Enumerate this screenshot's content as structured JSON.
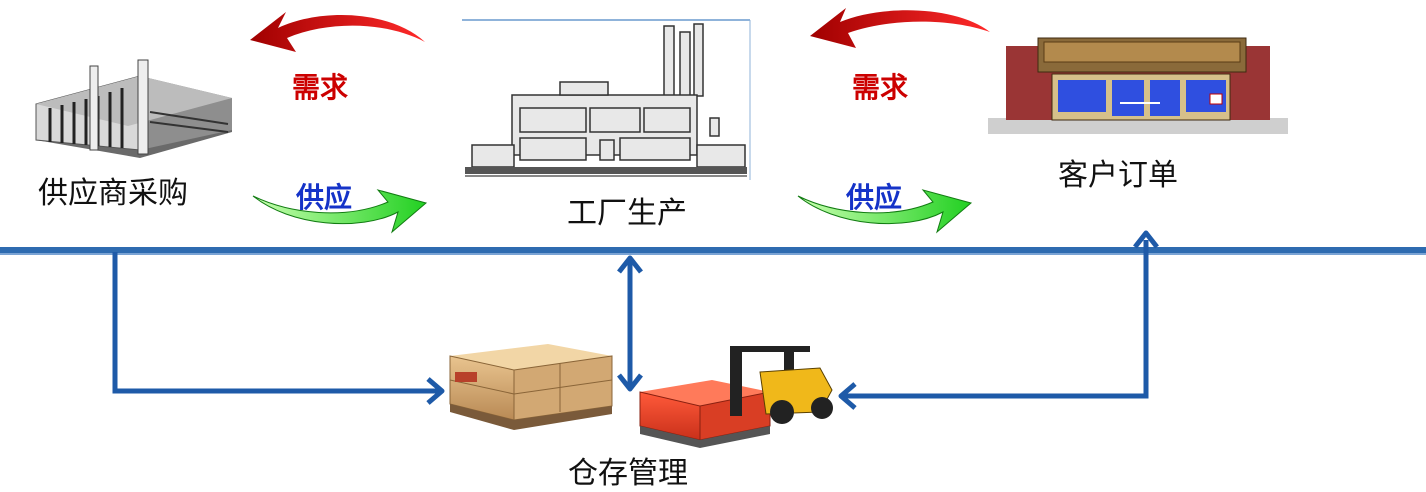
{
  "nodes": {
    "supplier": {
      "label": "供应商采购",
      "icon": "office-building-icon"
    },
    "factory": {
      "label": "工厂生产",
      "icon": "factory-icon"
    },
    "customer": {
      "label": "客户订单",
      "icon": "storefront-icon"
    },
    "warehouse": {
      "label": "仓存管理",
      "icon": "pallet-forklift-icon"
    }
  },
  "flows": {
    "demand_label": "需求",
    "supply_label": "供应"
  },
  "colors": {
    "timeline": "#2e6bb0",
    "demand": "#d40000",
    "supply": "#2be02b",
    "demand_text": "#cc0000",
    "supply_text": "#1533c8"
  }
}
